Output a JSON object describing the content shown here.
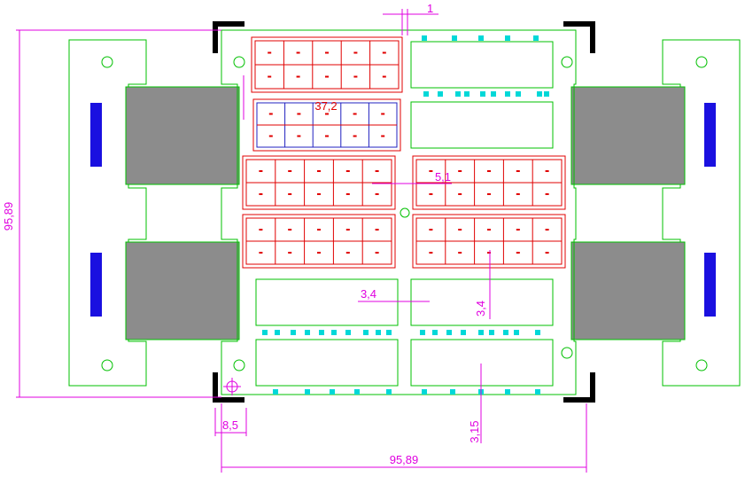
{
  "dimensions": {
    "top_gap": "1",
    "left_height": "95,89",
    "bottom_width": "95,89",
    "corner_offset": "8,5",
    "bottom_margin": "3,15",
    "cell_width": "37,2",
    "module_gap": "5,1",
    "horizontal_gap": "3,4",
    "vertical_gap": "3,4"
  },
  "colors": {
    "outline": "#00c000",
    "dimension": "#e000e0",
    "cell_border": "#e00000",
    "highlight": "#2020c0",
    "pad": "#00d8d8",
    "bar": "#1a10e0",
    "grey_block": "#8c8c8c",
    "corner": "#000000"
  }
}
